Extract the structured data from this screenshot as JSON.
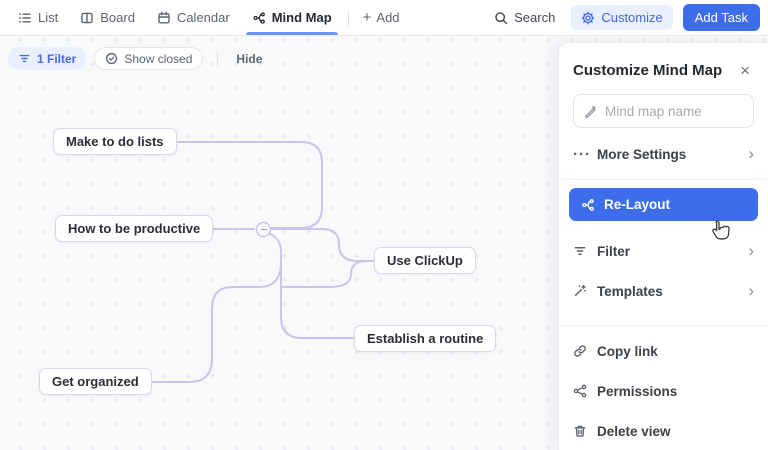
{
  "topbar": {
    "tabs": [
      {
        "label": "List"
      },
      {
        "label": "Board"
      },
      {
        "label": "Calendar"
      },
      {
        "label": "Mind Map",
        "active": true
      }
    ],
    "add_view_label": "Add",
    "search_label": "Search",
    "customize_label": "Customize",
    "add_task_label": "Add Task"
  },
  "toolbar": {
    "filter_label": "1 Filter",
    "show_closed_label": "Show closed",
    "hide_label": "Hide"
  },
  "mindmap": {
    "nodes": [
      {
        "label": "Make to do lists"
      },
      {
        "label": "How to be productive"
      },
      {
        "label": "Use ClickUp"
      },
      {
        "label": "Establish a routine"
      },
      {
        "label": "Get organized"
      }
    ]
  },
  "panel": {
    "title": "Customize Mind Map",
    "name_placeholder": "Mind map name",
    "more_settings_label": "More Settings",
    "relayout_label": "Re-Layout",
    "filter_label": "Filter",
    "templates_label": "Templates",
    "copy_link_label": "Copy link",
    "permissions_label": "Permissions",
    "delete_view_label": "Delete view"
  },
  "icons": {
    "plus": "+",
    "close": "×",
    "chevron_right": "›",
    "ellipsis": "···"
  },
  "colors": {
    "accent_blue": "#3d6de8",
    "tab_underline": "#6d92f5",
    "pill_blue_bg": "#e9efff",
    "edge_lavender": "#c9c5ec",
    "node_border": "#d9d6ef",
    "canvas_bg": "#f8f9fb"
  }
}
